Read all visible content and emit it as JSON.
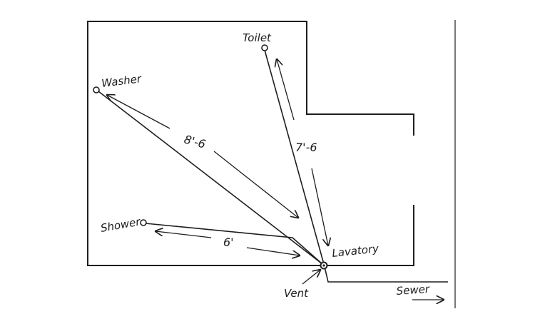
{
  "fixtures": {
    "toilet": "Toilet",
    "washer": "Washer",
    "shower": "Shower",
    "lavatory": "Lavatory",
    "vent": "Vent"
  },
  "distances": {
    "washer": "8'-6",
    "toilet": "7'-6",
    "shower": "6'"
  },
  "outlet": {
    "sewer": "Sewer"
  },
  "colors": {
    "ink": "#1e1e1e",
    "paper": "#ffffff"
  }
}
